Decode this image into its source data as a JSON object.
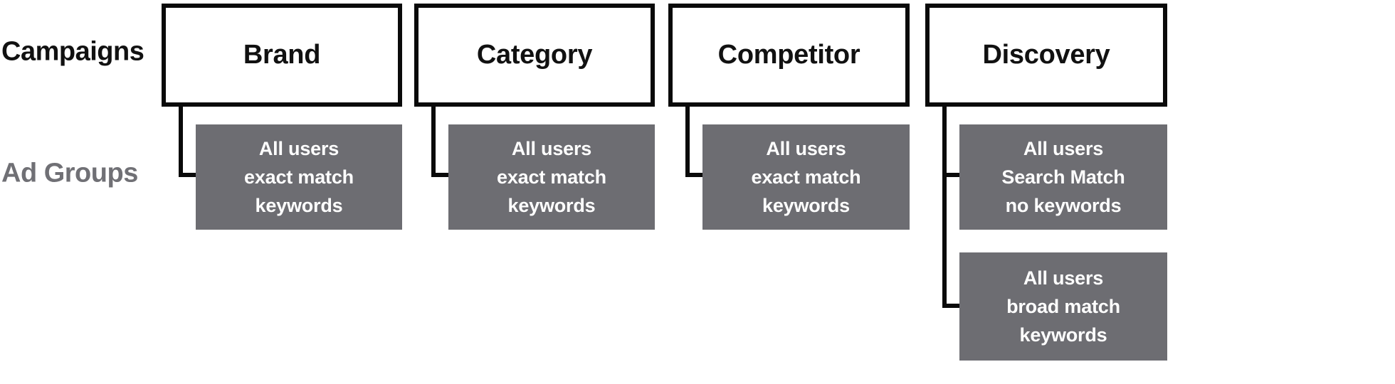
{
  "diagram": {
    "row_labels": {
      "campaigns": "Campaigns",
      "ad_groups": "Ad Groups"
    },
    "colors": {
      "campaign_box_border": "#0a0a0a",
      "campaign_box_fill": "#ffffff",
      "campaign_text": "#111111",
      "campaigns_label_text": "#111111",
      "ad_groups_label_text": "#707075",
      "ad_group_box_fill": "#6d6d72",
      "ad_group_text": "#ffffff",
      "connector_line": "#0a0a0a"
    },
    "columns": [
      {
        "campaign": "Brand",
        "ad_groups": [
          {
            "lines": [
              "All users",
              "exact match",
              "keywords"
            ]
          }
        ]
      },
      {
        "campaign": "Category",
        "ad_groups": [
          {
            "lines": [
              "All users",
              "exact match",
              "keywords"
            ]
          }
        ]
      },
      {
        "campaign": "Competitor",
        "ad_groups": [
          {
            "lines": [
              "All users",
              "exact match",
              "keywords"
            ]
          }
        ]
      },
      {
        "campaign": "Discovery",
        "ad_groups": [
          {
            "lines": [
              "All users",
              "Search Match",
              "no keywords"
            ]
          },
          {
            "lines": [
              "All users",
              "broad match",
              "keywords"
            ]
          }
        ]
      }
    ]
  }
}
